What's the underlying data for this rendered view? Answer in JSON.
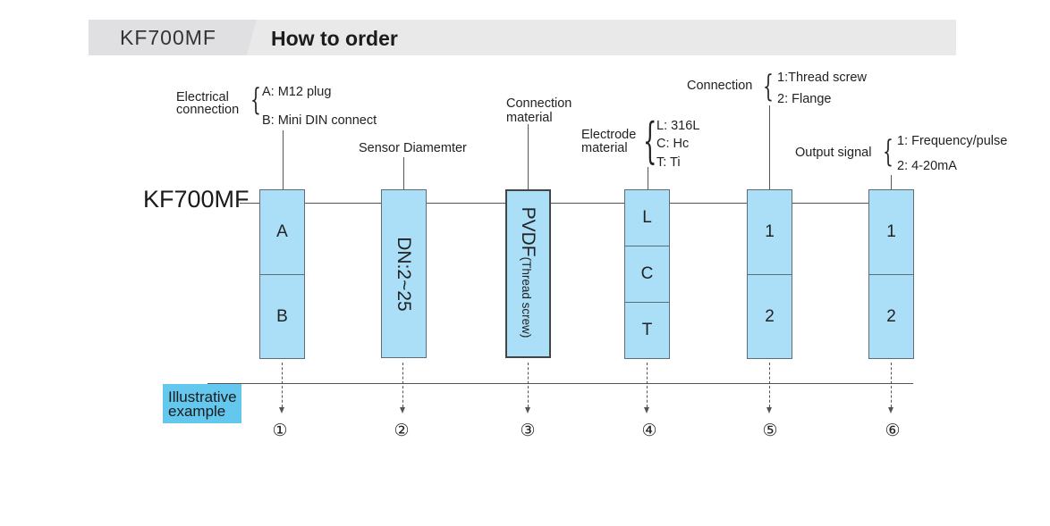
{
  "header": {
    "model": "KF700MF",
    "title": "How to order"
  },
  "model_code": "KF700MF",
  "segments": [
    {
      "label_lines": [
        "Electrical",
        "connection"
      ],
      "options": [
        "A: M12 plug",
        "B: Mini DIN connect"
      ],
      "cells": [
        "A",
        "B"
      ],
      "index": "①"
    },
    {
      "label": "Sensor Diamemter",
      "text": "DN:2~25",
      "index": "②"
    },
    {
      "label_lines": [
        "Connection",
        "material"
      ],
      "text_main": "PVDF",
      "text_sub": "(Thread screw)",
      "index": "③"
    },
    {
      "label_lines": [
        "Electrode",
        "material"
      ],
      "options": [
        "L: 316L",
        "C: Hc",
        "T: Ti"
      ],
      "cells": [
        "L",
        "C",
        "T"
      ],
      "index": "④"
    },
    {
      "label": "Connection",
      "options": [
        "1:Thread screw",
        "2: Flange"
      ],
      "cells": [
        "1",
        "2"
      ],
      "index": "⑤"
    },
    {
      "label": "Output signal",
      "options": [
        "1: Frequency/pulse",
        "2: 4-20mA"
      ],
      "cells": [
        "1",
        "2"
      ],
      "index": "⑥"
    }
  ],
  "illustrative": "Illustrative\nexample"
}
